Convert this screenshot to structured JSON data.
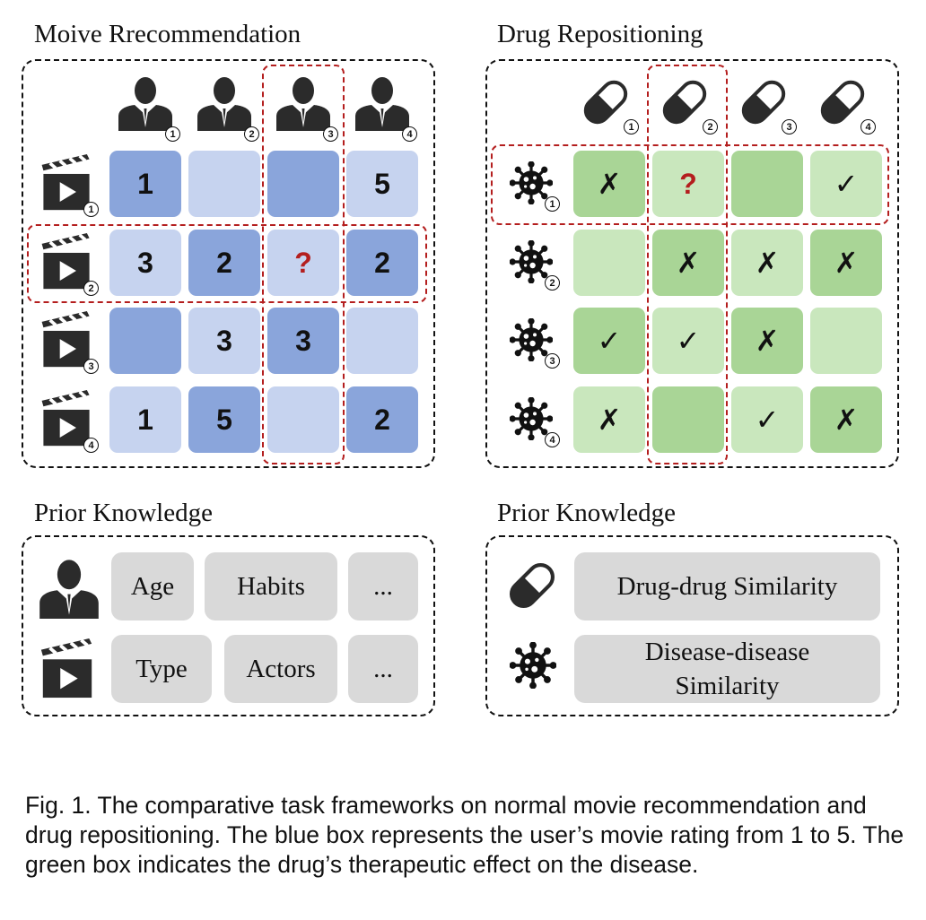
{
  "movie": {
    "title": "Moive Rrecommendation",
    "user_numbers": [
      "1",
      "2",
      "3",
      "4"
    ],
    "movie_numbers": [
      "1",
      "2",
      "3",
      "4"
    ],
    "rows": [
      [
        "1",
        "",
        "",
        "5"
      ],
      [
        "3",
        "2",
        "?",
        "2"
      ],
      [
        "",
        "3",
        "3",
        ""
      ],
      [
        "1",
        "5",
        "",
        "2"
      ]
    ],
    "shades": [
      [
        "b3",
        "b1",
        "b3",
        "b1"
      ],
      [
        "b1",
        "b3",
        "b1",
        "b3"
      ],
      [
        "b3",
        "b1",
        "b3",
        "b1"
      ],
      [
        "b1",
        "b3",
        "b1",
        "b3"
      ]
    ]
  },
  "drug": {
    "title": "Drug Repositioning",
    "drug_numbers": [
      "1",
      "2",
      "3",
      "4"
    ],
    "disease_numbers": [
      "1",
      "2",
      "3",
      "4"
    ],
    "rows": [
      [
        "✗",
        "?",
        "",
        "✓"
      ],
      [
        "",
        "✗",
        "✗",
        "✗"
      ],
      [
        "✓",
        "✓",
        "✗",
        ""
      ],
      [
        "✗",
        "",
        "✓",
        "✗"
      ]
    ],
    "shades": [
      [
        "g2",
        "g1",
        "g2",
        "g1"
      ],
      [
        "g1",
        "g2",
        "g1",
        "g2"
      ],
      [
        "g2",
        "g1",
        "g2",
        "g1"
      ],
      [
        "g1",
        "g2",
        "g1",
        "g2"
      ]
    ]
  },
  "prior_left": {
    "title": "Prior Knowledge",
    "user_items": [
      "Age",
      "Habits",
      "..."
    ],
    "movie_items": [
      "Type",
      "Actors",
      "..."
    ]
  },
  "prior_right": {
    "title": "Prior Knowledge",
    "drug_item": "Drug-drug Similarity",
    "disease_item_line1": "Disease-disease",
    "disease_item_line2": "Similarity"
  },
  "caption": "Fig. 1.   The comparative task frameworks on normal movie recommendation and drug repositioning. The blue box represents the user’s movie rating from 1 to 5. The green box indicates the drug’s therapeutic effect on the disease."
}
